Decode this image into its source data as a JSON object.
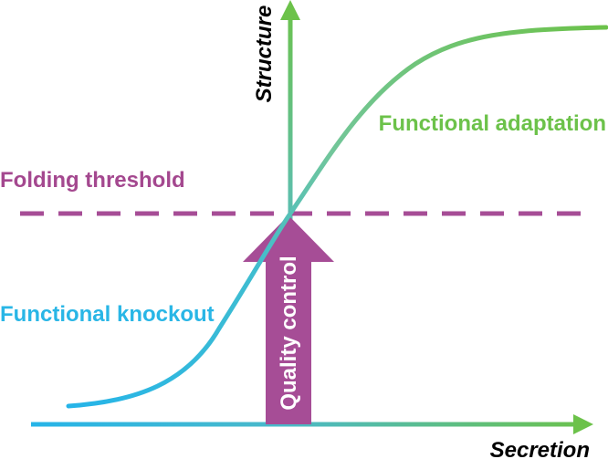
{
  "axes": {
    "y_label": "Structure",
    "x_label": "Secretion"
  },
  "regions": {
    "upper": "Functional adaptation",
    "lower": "Functional knockout"
  },
  "threshold": {
    "label": "Folding threshold"
  },
  "arrow": {
    "label": "Quality control"
  },
  "colors": {
    "green": "#6cc24a",
    "blue": "#29b6e6",
    "purple": "#a64d96",
    "purple_label": "#a4488f",
    "black": "#000000"
  }
}
